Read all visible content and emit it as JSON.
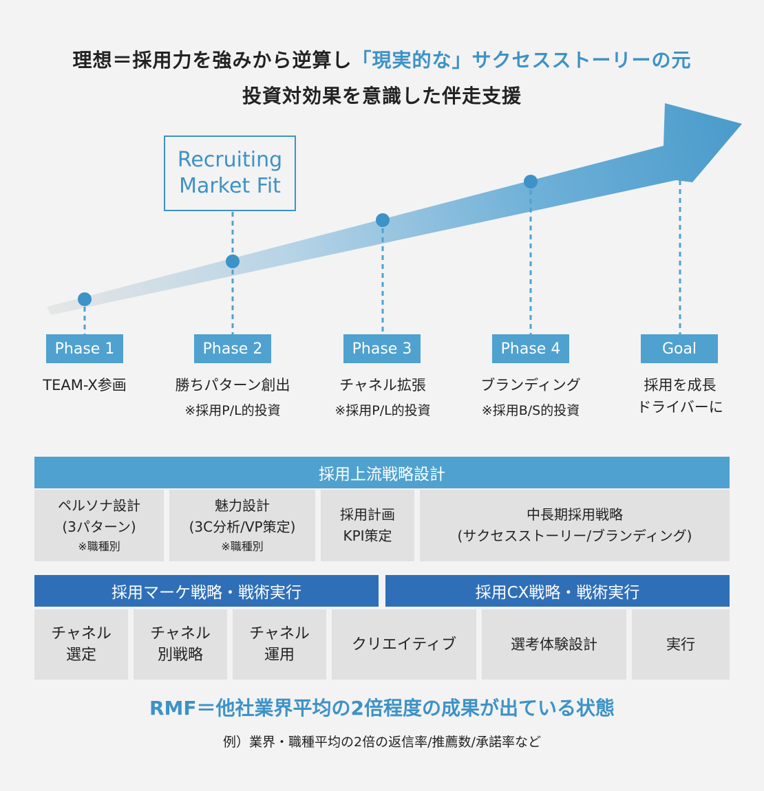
{
  "heading": {
    "line1_part1": "理想＝採用力を強みから逆算し",
    "line1_highlight": "「現実的な」サクセスストーリーの元",
    "line2": "投資対効果を意識した伴走支援"
  },
  "rmf_box": {
    "line1": "Recruiting",
    "line2": "Market Fit"
  },
  "phases": [
    {
      "tag": "Phase 1",
      "name": "TEAM-X参画",
      "sub": ""
    },
    {
      "tag": "Phase 2",
      "name": "勝ちパターン創出",
      "sub": "※採用P/L的投資"
    },
    {
      "tag": "Phase 3",
      "name": "チャネル拡張",
      "sub": "※採用P/L的投資"
    },
    {
      "tag": "Phase 4",
      "name": "ブランディング",
      "sub": "※採用B/S的投資"
    },
    {
      "tag": "Goal",
      "name_line1": "採用を成長",
      "name_line2": "ドライバーに"
    }
  ],
  "upstream": {
    "header": "採用上流戦略設計",
    "cells": [
      {
        "line1": "ペルソナ設計",
        "line2": "(3パターン)",
        "note": "※職種別"
      },
      {
        "line1": "魅力設計",
        "line2": "(3C分析/VP策定)",
        "note": "※職種別"
      },
      {
        "line1": "採用計画",
        "line2": "KPI策定"
      },
      {
        "line1": "中長期採用戦略",
        "line2": "(サクセスストーリー/ブランディング)"
      }
    ]
  },
  "execution": {
    "marketing_header": "採用マーケ戦略・戦術実行",
    "cx_header": "採用CX戦略・戦術実行",
    "cells": [
      {
        "line1": "チャネル",
        "line2": "選定"
      },
      {
        "line1": "チャネル",
        "line2": "別戦略"
      },
      {
        "line1": "チャネル",
        "line2": "運用"
      },
      {
        "line1": "クリエイティブ"
      },
      {
        "line1": "選考体験設計"
      },
      {
        "line1": "実行"
      }
    ]
  },
  "conclusion": {
    "headline": "RMF＝他社業界平均の2倍程度の成果が出ている状態",
    "example": "例）業界・職種平均の2倍の返信率/推薦数/承諾率など"
  },
  "colors": {
    "accent": "#3d92c6",
    "phase_tag": "#4fa1cf",
    "bar_light": "#4fa1cf",
    "bar_dark": "#2f6fb8",
    "cell_bg": "#e1e1e1"
  }
}
